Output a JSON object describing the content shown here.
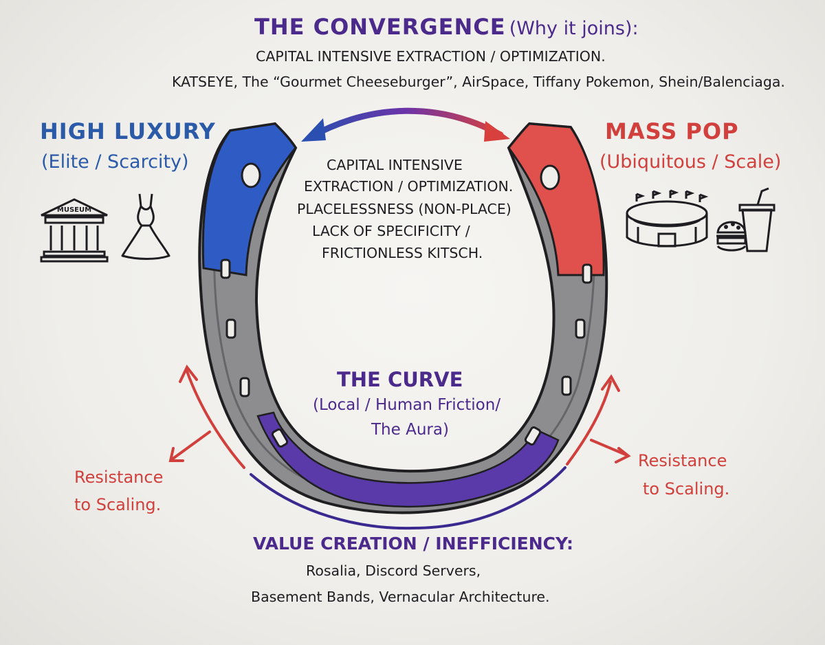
{
  "convergence": {
    "title": "THE CONVERGENCE",
    "title_paren": "(Why it joins):",
    "line1": "CAPITAL INTENSIVE EXTRACTION / OPTIMIZATION.",
    "line2": "KATSEYE, The “Gourmet Cheeseburger”, AirSpace, Tiffany Pokemon, Shein/Balenciaga."
  },
  "high_luxury": {
    "title": "HIGH LUXURY",
    "subtitle": "(Elite / Scarcity)",
    "museum_sign": "MUSEUM",
    "icons": [
      "museum-icon",
      "dress-icon"
    ],
    "color": "#2a5aa8"
  },
  "mass_pop": {
    "title": "MASS POP",
    "subtitle": "(Ubiquitous / Scale)",
    "icons": [
      "stadium-icon",
      "burger-soda-icon"
    ],
    "color": "#d1403c"
  },
  "center_text": {
    "l1": "CAPITAL INTENSIVE",
    "l2": "EXTRACTION / OPTIMIZATION.",
    "l3": "PLACELESSNESS (NON-PLACE)",
    "l4": "LACK OF SPECIFICITY /",
    "l5": "FRICTIONLESS KITSCH."
  },
  "curve": {
    "title": "THE CURVE",
    "l1": "(Local / Human Friction/",
    "l2": "The Aura)",
    "color": "#4b2a8c"
  },
  "resistance_left": {
    "l1": "Resistance",
    "l2": "to Scaling."
  },
  "resistance_right": {
    "l1": "Resistance",
    "l2": "to Scaling."
  },
  "value_creation": {
    "title": "VALUE CREATION / INEFFICIENCY:",
    "l1": "Rosalia, Discord Servers,",
    "l2": "Basement Bands, Vernacular Architecture."
  }
}
